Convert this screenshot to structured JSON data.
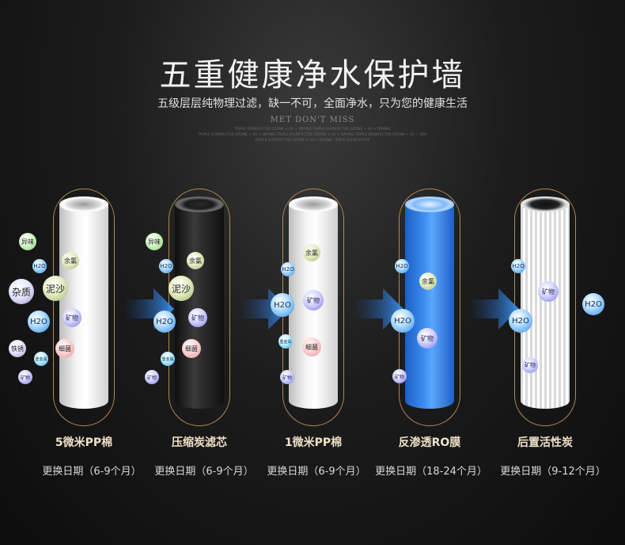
{
  "header": {
    "title": "五重健康净水保护墙",
    "subtitle": "五级层层纯物理过滤，缺一不可，全面净水，只为您的健康生活",
    "brand": "MET DON'T MISS",
    "tiny_lines": [
      "TRIPLE DISINFECTOR  OZONE + UV + DRYING  TRIPLE DISINFECTOR  OZONE + UV + DRYING",
      "TRIPLE DISINFECTOR  OZONE + UV + DRYING  TRIPLE DISINFECTOR  OZONE + UV + DRYING  TRIPLE DISINFECTOR  OZONE + UV + DRY",
      "TRIPLE DISINFECTOR  OZONE + UV + DRYING  TRIPLE DISINFECTOR"
    ]
  },
  "stages": [
    {
      "label": "5微米PP棉",
      "date": "更换日期（6-9个月）"
    },
    {
      "label": "压缩炭滤芯",
      "date": "更换日期（6-9个月）"
    },
    {
      "label": "1微米PP棉",
      "date": "更换日期（6-9个月）"
    },
    {
      "label": "反渗透RO膜",
      "date": "更换日期（18-24个月）"
    },
    {
      "label": "后置活性炭",
      "date": "更换日期（9-12个月）"
    }
  ],
  "bubbles": {
    "yiwei": "异味",
    "yulv": "余氯",
    "nisha": "泥沙",
    "zazhi": "杂质",
    "h2o": "H2O",
    "kuangwu": "矿物",
    "tiexiu": "铁锈",
    "xijun": "细菌",
    "zhongjinshu": "重金属"
  },
  "colors": {
    "frame": "#b08a55",
    "label": "#f0e0c8",
    "arrow": "#3a8ff0"
  }
}
